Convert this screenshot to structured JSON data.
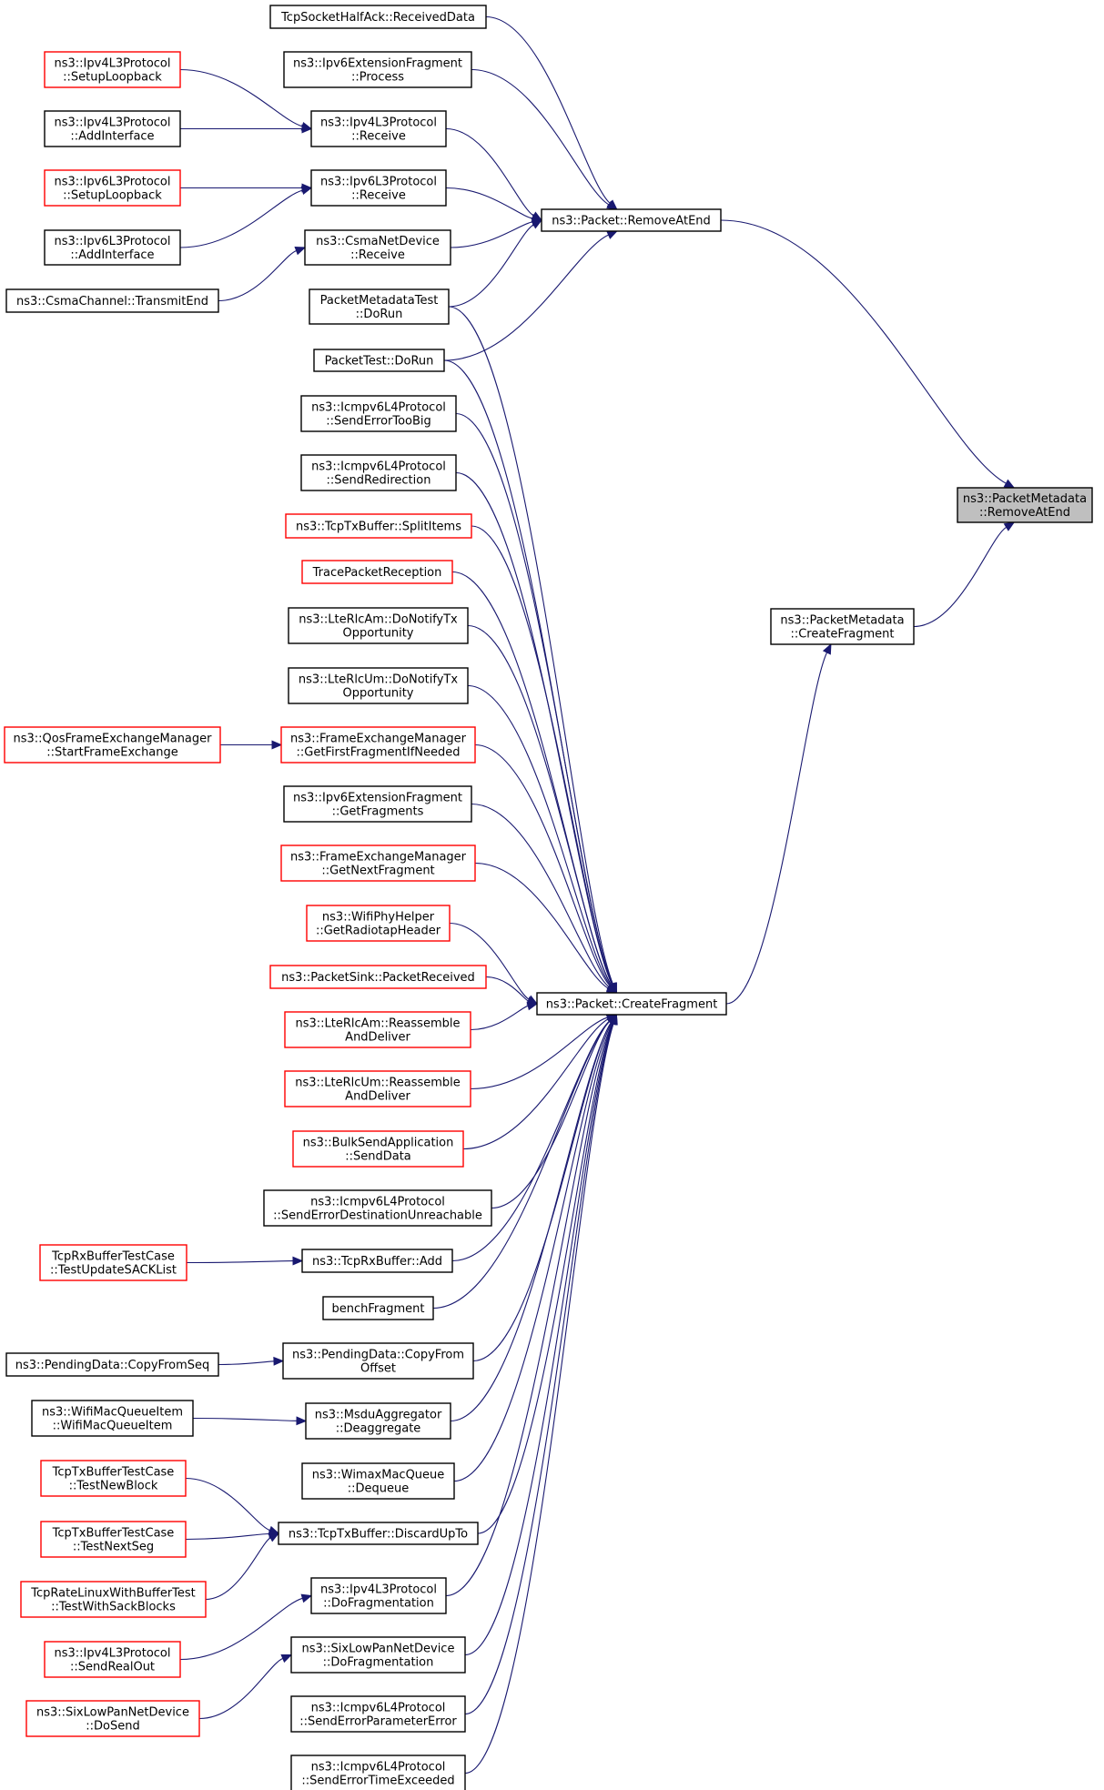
{
  "colors": {
    "edge": "#191970",
    "border_default": "#000000",
    "border_truncated": "#ff0000",
    "fill_default": "#ffffff",
    "fill_focus": "#bfbfbf"
  },
  "nodes": [
    {
      "id": "focus",
      "lines": [
        "ns3::PacketMetadata",
        "::RemoveAtEnd"
      ],
      "style": "focus"
    },
    {
      "id": "pktRemoveAtEnd",
      "lines": [
        "ns3::Packet::RemoveAtEnd"
      ],
      "style": "default"
    },
    {
      "id": "pmCreateFragment",
      "lines": [
        "ns3::PacketMetadata",
        "::CreateFragment"
      ],
      "style": "default"
    },
    {
      "id": "pktCreateFragment",
      "lines": [
        "ns3::Packet::CreateFragment"
      ],
      "style": "default"
    },
    {
      "id": "tcpHalfAck",
      "lines": [
        "TcpSocketHalfAck::ReceivedData"
      ],
      "style": "default"
    },
    {
      "id": "ipv6ExtFragProcess",
      "lines": [
        "ns3::Ipv6ExtensionFragment",
        "::Process"
      ],
      "style": "default"
    },
    {
      "id": "ipv4Receive",
      "lines": [
        "ns3::Ipv4L3Protocol",
        "::Receive"
      ],
      "style": "default"
    },
    {
      "id": "ipv6Receive",
      "lines": [
        "ns3::Ipv6L3Protocol",
        "::Receive"
      ],
      "style": "default"
    },
    {
      "id": "csmaReceive",
      "lines": [
        "ns3::CsmaNetDevice",
        "::Receive"
      ],
      "style": "default"
    },
    {
      "id": "pmTestDoRun",
      "lines": [
        "PacketMetadataTest",
        "::DoRun"
      ],
      "style": "default"
    },
    {
      "id": "packetTestDoRun",
      "lines": [
        "PacketTest::DoRun"
      ],
      "style": "default"
    },
    {
      "id": "ipv4SetupLoopback",
      "lines": [
        "ns3::Ipv4L3Protocol",
        "::SetupLoopback"
      ],
      "style": "truncated"
    },
    {
      "id": "ipv4AddInterface",
      "lines": [
        "ns3::Ipv4L3Protocol",
        "::AddInterface"
      ],
      "style": "default"
    },
    {
      "id": "ipv6SetupLoopback",
      "lines": [
        "ns3::Ipv6L3Protocol",
        "::SetupLoopback"
      ],
      "style": "truncated"
    },
    {
      "id": "ipv6AddInterface",
      "lines": [
        "ns3::Ipv6L3Protocol",
        "::AddInterface"
      ],
      "style": "default"
    },
    {
      "id": "csmaTransmitEnd",
      "lines": [
        "ns3::CsmaChannel::TransmitEnd"
      ],
      "style": "default"
    },
    {
      "id": "icmpErrTooBig",
      "lines": [
        "ns3::Icmpv6L4Protocol",
        "::SendErrorTooBig"
      ],
      "style": "default"
    },
    {
      "id": "icmpRedirection",
      "lines": [
        "ns3::Icmpv6L4Protocol",
        "::SendRedirection"
      ],
      "style": "default"
    },
    {
      "id": "tcpTxSplitItems",
      "lines": [
        "ns3::TcpTxBuffer::SplitItems"
      ],
      "style": "truncated"
    },
    {
      "id": "tracePacketReception",
      "lines": [
        "TracePacketReception"
      ],
      "style": "truncated"
    },
    {
      "id": "lteAmNotifyTx",
      "lines": [
        "ns3::LteRlcAm::DoNotifyTx",
        "Opportunity"
      ],
      "style": "default"
    },
    {
      "id": "lteUmNotifyTx",
      "lines": [
        "ns3::LteRlcUm::DoNotifyTx",
        "Opportunity"
      ],
      "style": "default"
    },
    {
      "id": "femGetFirst",
      "lines": [
        "ns3::FrameExchangeManager",
        "::GetFirstFragmentIfNeeded"
      ],
      "style": "truncated"
    },
    {
      "id": "qosStartFrame",
      "lines": [
        "ns3::QosFrameExchangeManager",
        "::StartFrameExchange"
      ],
      "style": "truncated"
    },
    {
      "id": "ipv6ExtFragGet",
      "lines": [
        "ns3::Ipv6ExtensionFragment",
        "::GetFragments"
      ],
      "style": "default"
    },
    {
      "id": "femGetNext",
      "lines": [
        "ns3::FrameExchangeManager",
        "::GetNextFragment"
      ],
      "style": "truncated"
    },
    {
      "id": "wifiRadiotap",
      "lines": [
        "ns3::WifiPhyHelper",
        "::GetRadiotapHeader"
      ],
      "style": "truncated"
    },
    {
      "id": "packetSinkRx",
      "lines": [
        "ns3::PacketSink::PacketReceived"
      ],
      "style": "truncated"
    },
    {
      "id": "lteAmReassemble",
      "lines": [
        "ns3::LteRlcAm::Reassemble",
        "AndDeliver"
      ],
      "style": "truncated"
    },
    {
      "id": "lteUmReassemble",
      "lines": [
        "ns3::LteRlcUm::Reassemble",
        "AndDeliver"
      ],
      "style": "truncated"
    },
    {
      "id": "bulkSendData",
      "lines": [
        "ns3::BulkSendApplication",
        "::SendData"
      ],
      "style": "truncated"
    },
    {
      "id": "icmp4ErrDestUnreach",
      "lines": [
        "ns3::Icmpv6L4Protocol",
        "::SendErrorDestinationUnreachable"
      ],
      "style": "default"
    },
    {
      "id": "tcpRxAdd",
      "lines": [
        "ns3::TcpRxBuffer::Add"
      ],
      "style": "default"
    },
    {
      "id": "tcpRxTestSack",
      "lines": [
        "TcpRxBufferTestCase",
        "::TestUpdateSACKList"
      ],
      "style": "truncated"
    },
    {
      "id": "benchFragment",
      "lines": [
        "benchFragment"
      ],
      "style": "default"
    },
    {
      "id": "pendingCopyFromOffset",
      "lines": [
        "ns3::PendingData::CopyFrom",
        "Offset"
      ],
      "style": "default"
    },
    {
      "id": "pendingCopyFromSeq",
      "lines": [
        "ns3::PendingData::CopyFromSeq"
      ],
      "style": "default"
    },
    {
      "id": "msduDeaggregate",
      "lines": [
        "ns3::MsduAggregator",
        "::Deaggregate"
      ],
      "style": "default"
    },
    {
      "id": "wifiMacQueueItem",
      "lines": [
        "ns3::WifiMacQueueItem",
        "::WifiMacQueueItem"
      ],
      "style": "default"
    },
    {
      "id": "wimaxDequeue",
      "lines": [
        "ns3::WimaxMacQueue",
        "::Dequeue"
      ],
      "style": "default"
    },
    {
      "id": "tcpTxDiscardUpTo",
      "lines": [
        "ns3::TcpTxBuffer::DiscardUpTo"
      ],
      "style": "default"
    },
    {
      "id": "tcpTxTestNewBlock",
      "lines": [
        "TcpTxBufferTestCase",
        "::TestNewBlock"
      ],
      "style": "truncated"
    },
    {
      "id": "tcpTxTestNextSeg",
      "lines": [
        "TcpTxBufferTestCase",
        "::TestNextSeg"
      ],
      "style": "truncated"
    },
    {
      "id": "tcpRateSack",
      "lines": [
        "TcpRateLinuxWithBufferTest",
        "::TestWithSackBlocks"
      ],
      "style": "truncated"
    },
    {
      "id": "ipv4DoFragmentation",
      "lines": [
        "ns3::Ipv4L3Protocol",
        "::DoFragmentation"
      ],
      "style": "default"
    },
    {
      "id": "ipv4SendRealOut",
      "lines": [
        "ns3::Ipv4L3Protocol",
        "::SendRealOut"
      ],
      "style": "truncated"
    },
    {
      "id": "sixLowPanDoFrag",
      "lines": [
        "ns3::SixLowPanNetDevice",
        "::DoFragmentation"
      ],
      "style": "default"
    },
    {
      "id": "sixLowPanDoSend",
      "lines": [
        "ns3::SixLowPanNetDevice",
        "::DoSend"
      ],
      "style": "truncated"
    },
    {
      "id": "icmpParamError",
      "lines": [
        "ns3::Icmpv6L4Protocol",
        "::SendErrorParameterError"
      ],
      "style": "default"
    },
    {
      "id": "icmpTimeExceeded",
      "lines": [
        "ns3::Icmpv6L4Protocol",
        "::SendErrorTimeExceeded"
      ],
      "style": "default"
    }
  ],
  "edges": [
    [
      "pktRemoveAtEnd",
      "focus"
    ],
    [
      "pmCreateFragment",
      "focus"
    ],
    [
      "pktCreateFragment",
      "pmCreateFragment"
    ],
    [
      "tcpHalfAck",
      "pktRemoveAtEnd"
    ],
    [
      "ipv6ExtFragProcess",
      "pktRemoveAtEnd"
    ],
    [
      "ipv4Receive",
      "pktRemoveAtEnd"
    ],
    [
      "ipv6Receive",
      "pktRemoveAtEnd"
    ],
    [
      "csmaReceive",
      "pktRemoveAtEnd"
    ],
    [
      "pmTestDoRun",
      "pktRemoveAtEnd"
    ],
    [
      "packetTestDoRun",
      "pktRemoveAtEnd"
    ],
    [
      "ipv4SetupLoopback",
      "ipv4Receive"
    ],
    [
      "ipv4AddInterface",
      "ipv4Receive"
    ],
    [
      "ipv6SetupLoopback",
      "ipv6Receive"
    ],
    [
      "ipv6AddInterface",
      "ipv6Receive"
    ],
    [
      "csmaTransmitEnd",
      "csmaReceive"
    ],
    [
      "pmTestDoRun",
      "pktCreateFragment"
    ],
    [
      "packetTestDoRun",
      "pktCreateFragment"
    ],
    [
      "icmpErrTooBig",
      "pktCreateFragment"
    ],
    [
      "icmpRedirection",
      "pktCreateFragment"
    ],
    [
      "tcpTxSplitItems",
      "pktCreateFragment"
    ],
    [
      "tracePacketReception",
      "pktCreateFragment"
    ],
    [
      "lteAmNotifyTx",
      "pktCreateFragment"
    ],
    [
      "lteUmNotifyTx",
      "pktCreateFragment"
    ],
    [
      "femGetFirst",
      "pktCreateFragment"
    ],
    [
      "qosStartFrame",
      "femGetFirst"
    ],
    [
      "ipv6ExtFragGet",
      "pktCreateFragment"
    ],
    [
      "femGetNext",
      "pktCreateFragment"
    ],
    [
      "wifiRadiotap",
      "pktCreateFragment"
    ],
    [
      "packetSinkRx",
      "pktCreateFragment"
    ],
    [
      "lteAmReassemble",
      "pktCreateFragment"
    ],
    [
      "lteUmReassemble",
      "pktCreateFragment"
    ],
    [
      "bulkSendData",
      "pktCreateFragment"
    ],
    [
      "icmp4ErrDestUnreach",
      "pktCreateFragment"
    ],
    [
      "tcpRxAdd",
      "pktCreateFragment"
    ],
    [
      "tcpRxTestSack",
      "tcpRxAdd"
    ],
    [
      "benchFragment",
      "pktCreateFragment"
    ],
    [
      "pendingCopyFromOffset",
      "pktCreateFragment"
    ],
    [
      "pendingCopyFromSeq",
      "pendingCopyFromOffset"
    ],
    [
      "msduDeaggregate",
      "pktCreateFragment"
    ],
    [
      "wifiMacQueueItem",
      "msduDeaggregate"
    ],
    [
      "wimaxDequeue",
      "pktCreateFragment"
    ],
    [
      "tcpTxDiscardUpTo",
      "pktCreateFragment"
    ],
    [
      "tcpTxTestNewBlock",
      "tcpTxDiscardUpTo"
    ],
    [
      "tcpTxTestNextSeg",
      "tcpTxDiscardUpTo"
    ],
    [
      "tcpRateSack",
      "tcpTxDiscardUpTo"
    ],
    [
      "ipv4DoFragmentation",
      "pktCreateFragment"
    ],
    [
      "ipv4SendRealOut",
      "ipv4DoFragmentation"
    ],
    [
      "sixLowPanDoFrag",
      "pktCreateFragment"
    ],
    [
      "sixLowPanDoSend",
      "sixLowPanDoFrag"
    ],
    [
      "icmpParamError",
      "pktCreateFragment"
    ],
    [
      "icmpTimeExceeded",
      "pktCreateFragment"
    ]
  ]
}
